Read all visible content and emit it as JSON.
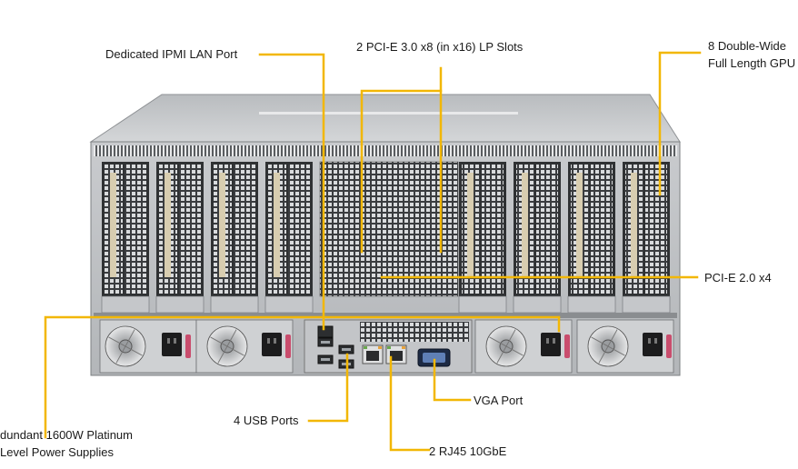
{
  "diagram": {
    "callout_color": "#f2b705",
    "labels": {
      "ipmi": "Dedicated IPMI LAN Port",
      "lp_slots": "2 PCI-E 3.0 x8 (in x16) LP Slots",
      "gpu_line1": "8 Double-Wide",
      "gpu_line2": "Full Length GPU",
      "pcie_x4": "PCI-E 2.0 x4",
      "vga": "VGA Port",
      "usb": "4 USB Ports",
      "psu_line1": "dundant 1600W Platinum",
      "psu_line2": "Level Power Supplies",
      "rj45": "2 RJ45 10GbE"
    }
  }
}
